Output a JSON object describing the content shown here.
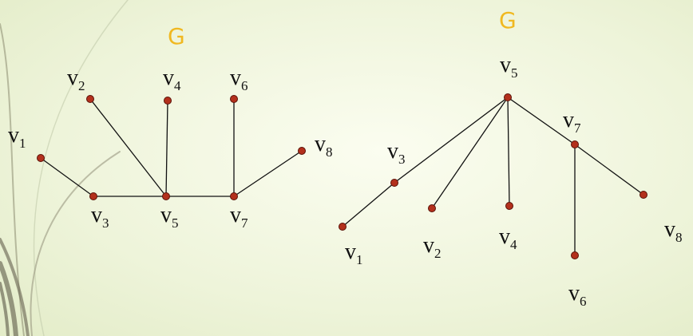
{
  "colors": {
    "title": "#f0b820",
    "node": "#b3301c",
    "edge": "#111111"
  },
  "graphs": [
    {
      "title": "G",
      "vertices": [
        {
          "id": "v1",
          "letter": "v",
          "sub": "1"
        },
        {
          "id": "v2",
          "letter": "v",
          "sub": "2"
        },
        {
          "id": "v3",
          "letter": "v",
          "sub": "3"
        },
        {
          "id": "v4",
          "letter": "v",
          "sub": "4"
        },
        {
          "id": "v5",
          "letter": "v",
          "sub": "5"
        },
        {
          "id": "v6",
          "letter": "v",
          "sub": "6"
        },
        {
          "id": "v7",
          "letter": "v",
          "sub": "7"
        },
        {
          "id": "v8",
          "letter": "v",
          "sub": "8"
        }
      ],
      "edges": [
        [
          "v1",
          "v3"
        ],
        [
          "v3",
          "v5"
        ],
        [
          "v2",
          "v5"
        ],
        [
          "v4",
          "v5"
        ],
        [
          "v5",
          "v7"
        ],
        [
          "v6",
          "v7"
        ],
        [
          "v7",
          "v8"
        ]
      ]
    },
    {
      "title": "G",
      "vertices": [
        {
          "id": "v1",
          "letter": "v",
          "sub": "1"
        },
        {
          "id": "v2",
          "letter": "v",
          "sub": "2"
        },
        {
          "id": "v3",
          "letter": "v",
          "sub": "3"
        },
        {
          "id": "v4",
          "letter": "v",
          "sub": "4"
        },
        {
          "id": "v5",
          "letter": "v",
          "sub": "5"
        },
        {
          "id": "v6",
          "letter": "v",
          "sub": "6"
        },
        {
          "id": "v7",
          "letter": "v",
          "sub": "7"
        },
        {
          "id": "v8",
          "letter": "v",
          "sub": "8"
        }
      ],
      "edges": [
        [
          "v5",
          "v3"
        ],
        [
          "v3",
          "v1"
        ],
        [
          "v5",
          "v2"
        ],
        [
          "v5",
          "v4"
        ],
        [
          "v5",
          "v7"
        ],
        [
          "v7",
          "v6"
        ],
        [
          "v7",
          "v8"
        ]
      ]
    }
  ]
}
